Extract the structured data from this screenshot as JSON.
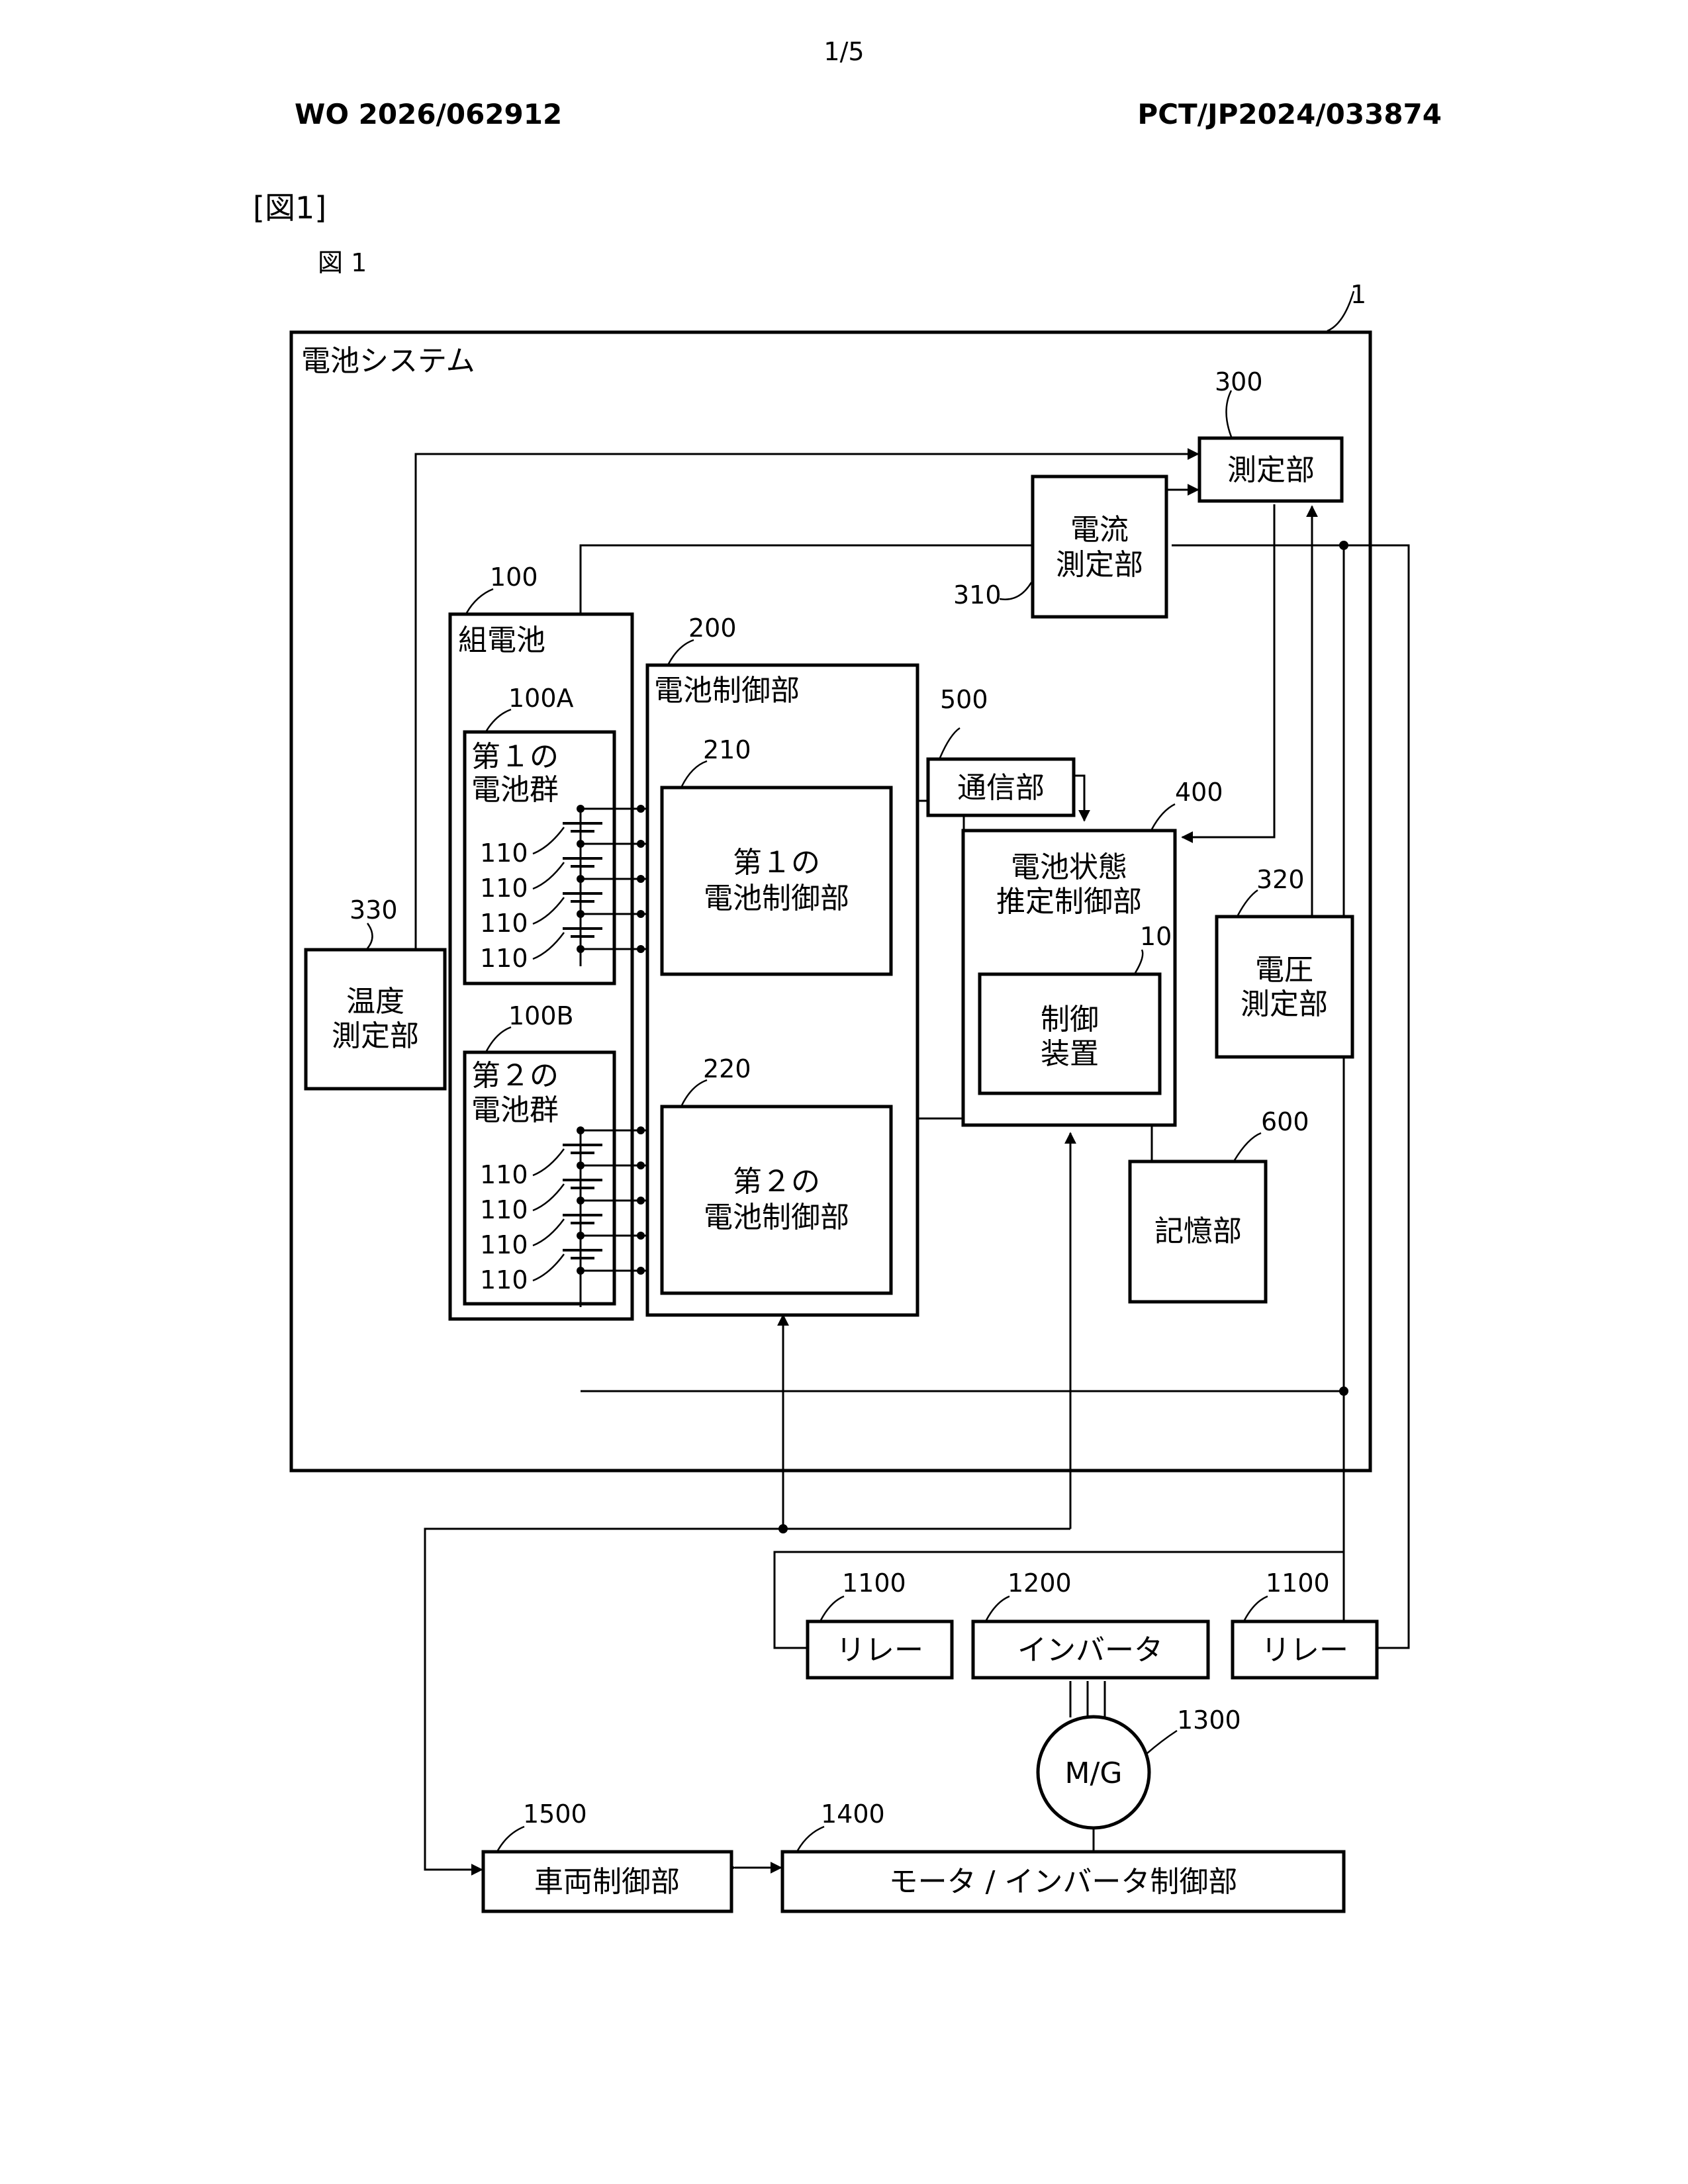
{
  "header": {
    "page_number": "1/5",
    "publication_number": "WO 2026/062912",
    "application_number": "PCT/JP2024/033874",
    "figure_bracket": "[図1]",
    "figure_caption": "図 1"
  },
  "diagram": {
    "system": {
      "label": "電池システム",
      "ref": "1"
    },
    "measurement": {
      "label": "測定部",
      "ref": "300"
    },
    "current_meter": {
      "label_line1": "電流",
      "label_line2": "測定部",
      "ref": "310"
    },
    "voltage_meter": {
      "label_line1": "電圧",
      "label_line2": "測定部",
      "ref": "320"
    },
    "temp_meter": {
      "label_line1": "温度",
      "label_line2": "測定部",
      "ref": "330"
    },
    "battery_pack": {
      "label": "組電池",
      "ref": "100"
    },
    "group_a": {
      "label_line1": "第１の",
      "label_line2": "電池群",
      "ref": "100A"
    },
    "group_b": {
      "label_line1": "第２の",
      "label_line2": "電池群",
      "ref": "100B"
    },
    "cell_ref": "110",
    "battery_controller": {
      "label": "電池制御部",
      "ref": "200"
    },
    "controller_1": {
      "label_line1": "第１の",
      "label_line2": "電池制御部",
      "ref": "210"
    },
    "controller_2": {
      "label_line1": "第２の",
      "label_line2": "電池制御部",
      "ref": "220"
    },
    "communication": {
      "label": "通信部",
      "ref": "500"
    },
    "state_estimator": {
      "label_line1": "電池状態",
      "label_line2": "推定制御部",
      "ref": "400"
    },
    "control_device": {
      "label_line1": "制御",
      "label_line2": "装置",
      "ref": "10"
    },
    "storage": {
      "label": "記憶部",
      "ref": "600"
    },
    "relay": {
      "label": "リレー",
      "ref": "1100"
    },
    "inverter": {
      "label": "インバータ",
      "ref": "1200"
    },
    "motor_generator": {
      "label": "M/G",
      "ref": "1300"
    },
    "motor_inverter_controller": {
      "label": "モータ / インバータ制御部",
      "ref": "1400"
    },
    "vehicle_controller": {
      "label": "車両制御部",
      "ref": "1500"
    }
  }
}
